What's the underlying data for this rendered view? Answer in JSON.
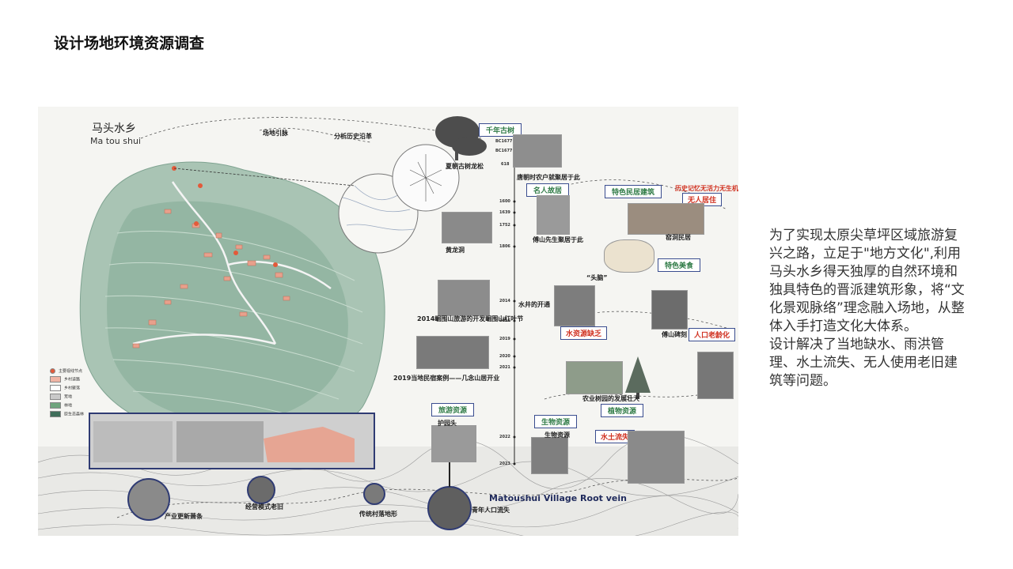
{
  "page": {
    "title": "设计场地环境资源调查"
  },
  "board": {
    "place_title": "马头水乡",
    "place_subtitle": "Ma tou shui",
    "map_labels": {
      "site_guide": "场地引脉",
      "history": "分析历史沿革",
      "vein_title": "Matoushui Village Root vein"
    },
    "years": [
      "BC1677",
      "BC1677",
      "618",
      "1600",
      "1639",
      "1752",
      "1806",
      "2014",
      "2016",
      "2019",
      "2020",
      "2021",
      "2022",
      "2023"
    ],
    "tags": {
      "ancient_tree": "千年古树",
      "celebrity": "名人故居",
      "folk_building": "特色民居建筑",
      "food": "特色美食",
      "water_shortage": "水资源缺乏",
      "aging": "人口老龄化",
      "tourism": "旅游资源",
      "bio": "生物资源",
      "plant": "植物资源",
      "soil_loss": "水土流失",
      "no_resident": "无人居住",
      "memory": "历史记忆无活力无生机"
    },
    "captions": {
      "xia_pine": "夏朝古树龙松",
      "tang_farmer": "唐朝时农户就聚居于此",
      "fu_shan": "傅山先生聚居于此",
      "cave_house": "窑洞民居",
      "toutou": "“头脑”",
      "yellow_dragon": "黄龙洞",
      "well": "水井的开通",
      "stele": "傅山碑刻",
      "tour_2014": "2014崛围山旅游的开发崛围山红叶节",
      "homestay_2019": "2019当地民宿案例——几念山居开业",
      "orchard": "农业树园的发展壮大",
      "hugang": "护园头",
      "bio_caption": "生物资源",
      "industry": "产业更新萧条",
      "old_mode": "经营模式老旧",
      "terrain": "传统村落地形",
      "youth_loss": "青年人口流失"
    },
    "legend": [
      "主要视线节点",
      "乡村道路",
      "乡村聚落",
      "荒地",
      "林地",
      "原生态森林"
    ],
    "colors": {
      "tag_green": "#2f7b46",
      "tag_red": "#d0301f",
      "tag_border": "#3a4d8f",
      "map_green": "#6f9c86",
      "building": "#e8a08c"
    }
  },
  "description": {
    "paragraph1": "为了实现太原尖草坪区域旅游复兴之路，立足于\"地方文化\",利用马头水乡得天独厚的自然环境和独具特色的晋派建筑形象，将“文化景观脉络”理念融入场地，从整体入手打造文化大体系。",
    "paragraph2": "设计解决了当地缺水、雨洪管理、水土流失、无人使用老旧建筑等问题。"
  }
}
